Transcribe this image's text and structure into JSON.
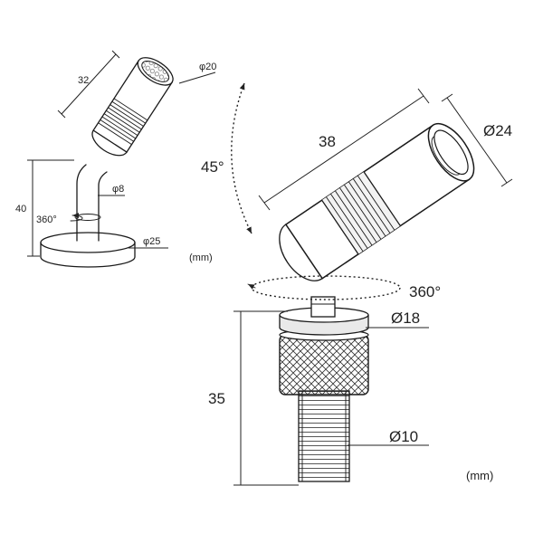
{
  "small_view": {
    "length": "32",
    "head_diameter": "φ20",
    "height": "40",
    "stem_diameter": "φ8",
    "rotation": "360°",
    "base_diameter": "φ25",
    "unit": "(mm)"
  },
  "large_view": {
    "length": "38",
    "head_diameter": "Ø24",
    "tilt_angle": "45°",
    "rotation": "360°",
    "nut_diameter": "Ø18",
    "height": "35",
    "thread_diameter": "Ø10",
    "unit": "(mm)"
  }
}
